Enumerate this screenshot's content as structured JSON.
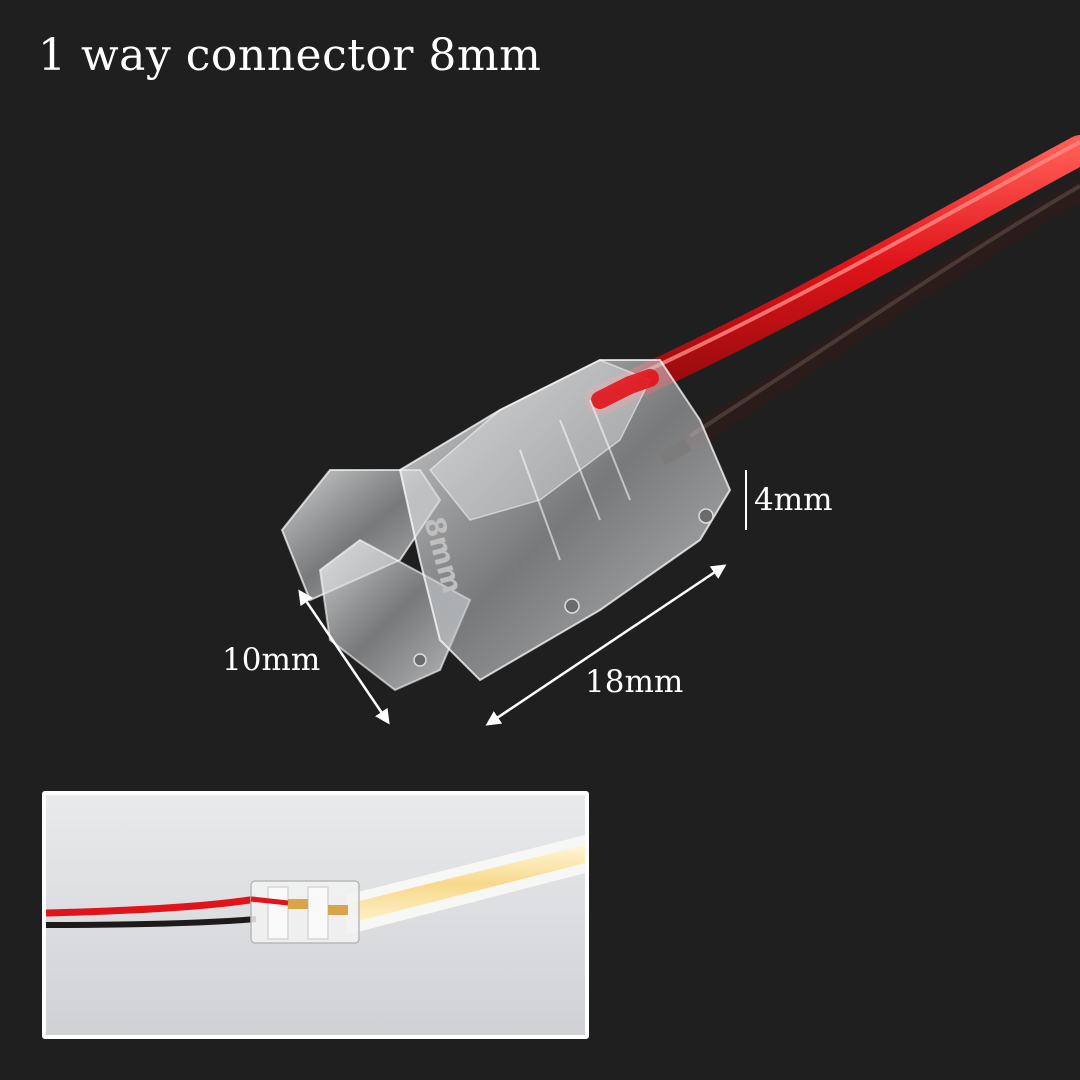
{
  "title": "1 way connector 8mm",
  "dimensions": {
    "height": "4mm",
    "width": "10mm",
    "length": "18mm"
  },
  "engraving": "8mm",
  "colors": {
    "background": "#1f1f1f",
    "wire_red": "#e0141a",
    "wire_black": "#2a1c1a",
    "text": "#ffffff"
  }
}
